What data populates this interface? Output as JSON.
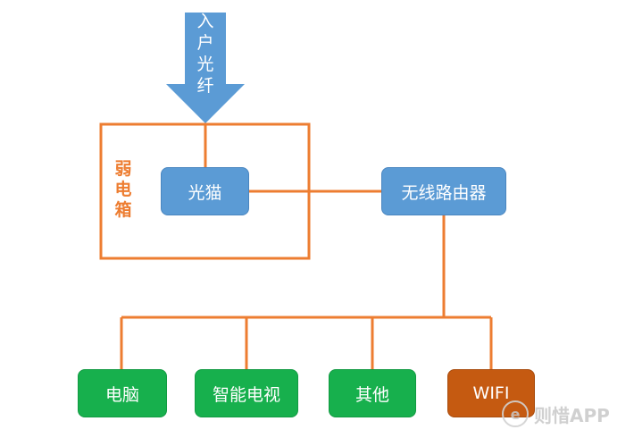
{
  "colors": {
    "line": "#ed7d31",
    "blue_node": "#5b9bd5",
    "green_node": "#17b04d",
    "orange_node": "#c55a11",
    "arrow": "#5b9bd5"
  },
  "input_arrow": {
    "chars": [
      "入",
      "户",
      "光",
      "纤"
    ]
  },
  "weak_box": {
    "chars": [
      "弱",
      "电",
      "箱"
    ]
  },
  "nodes": {
    "modem": "光猫",
    "router": "无线路由器",
    "pc": "电脑",
    "smart_tv": "智能电视",
    "other": "其他",
    "wifi": "WIFI"
  },
  "watermark": {
    "icon": "e-logo-icon",
    "text": "则惜APP"
  }
}
